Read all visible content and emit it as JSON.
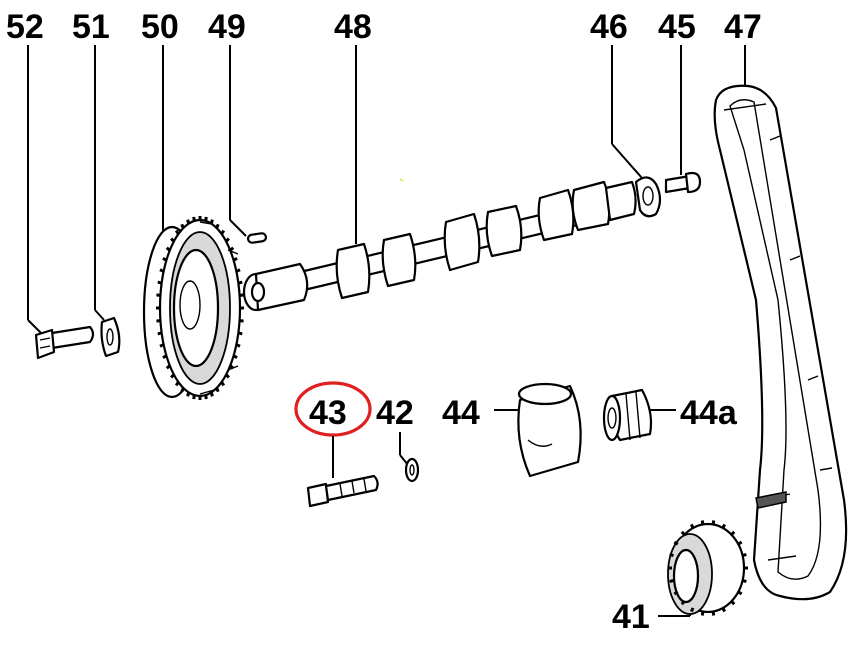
{
  "callouts": {
    "c52": "52",
    "c51": "51",
    "c50": "50",
    "c49": "49",
    "c48": "48",
    "c46": "46",
    "c45": "45",
    "c47": "47",
    "c43": "43",
    "c42": "42",
    "c44": "44",
    "c44a": "44a",
    "c41": "41"
  },
  "highlight": {
    "color": "#e02020",
    "target": "43"
  }
}
